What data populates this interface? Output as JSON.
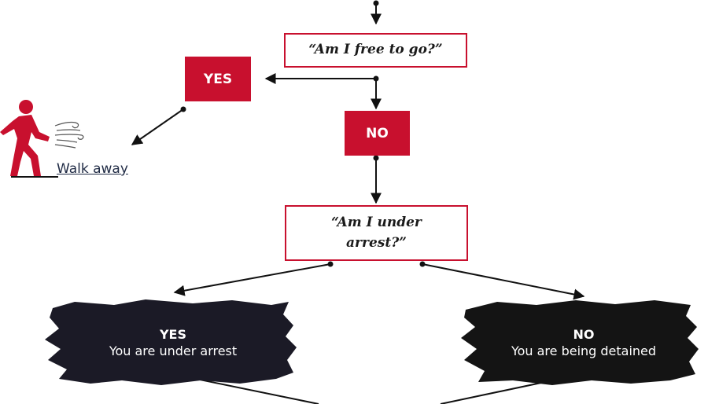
{
  "question1": "“Am I free to go?”",
  "question2": "“Am I under arrest?”",
  "yes_box": "YES",
  "no_box": "NO",
  "walk_away": "Walk away",
  "arrest": {
    "heading": "YES",
    "text": "You are under arrest"
  },
  "detained": {
    "heading": "NO",
    "text": "You are being detained"
  },
  "colors": {
    "accent": "#c8102e",
    "brush_left": "#1b1a26",
    "brush_right": "#141414",
    "line": "#111111"
  },
  "icons": {
    "walker": "walking-person-icon"
  }
}
